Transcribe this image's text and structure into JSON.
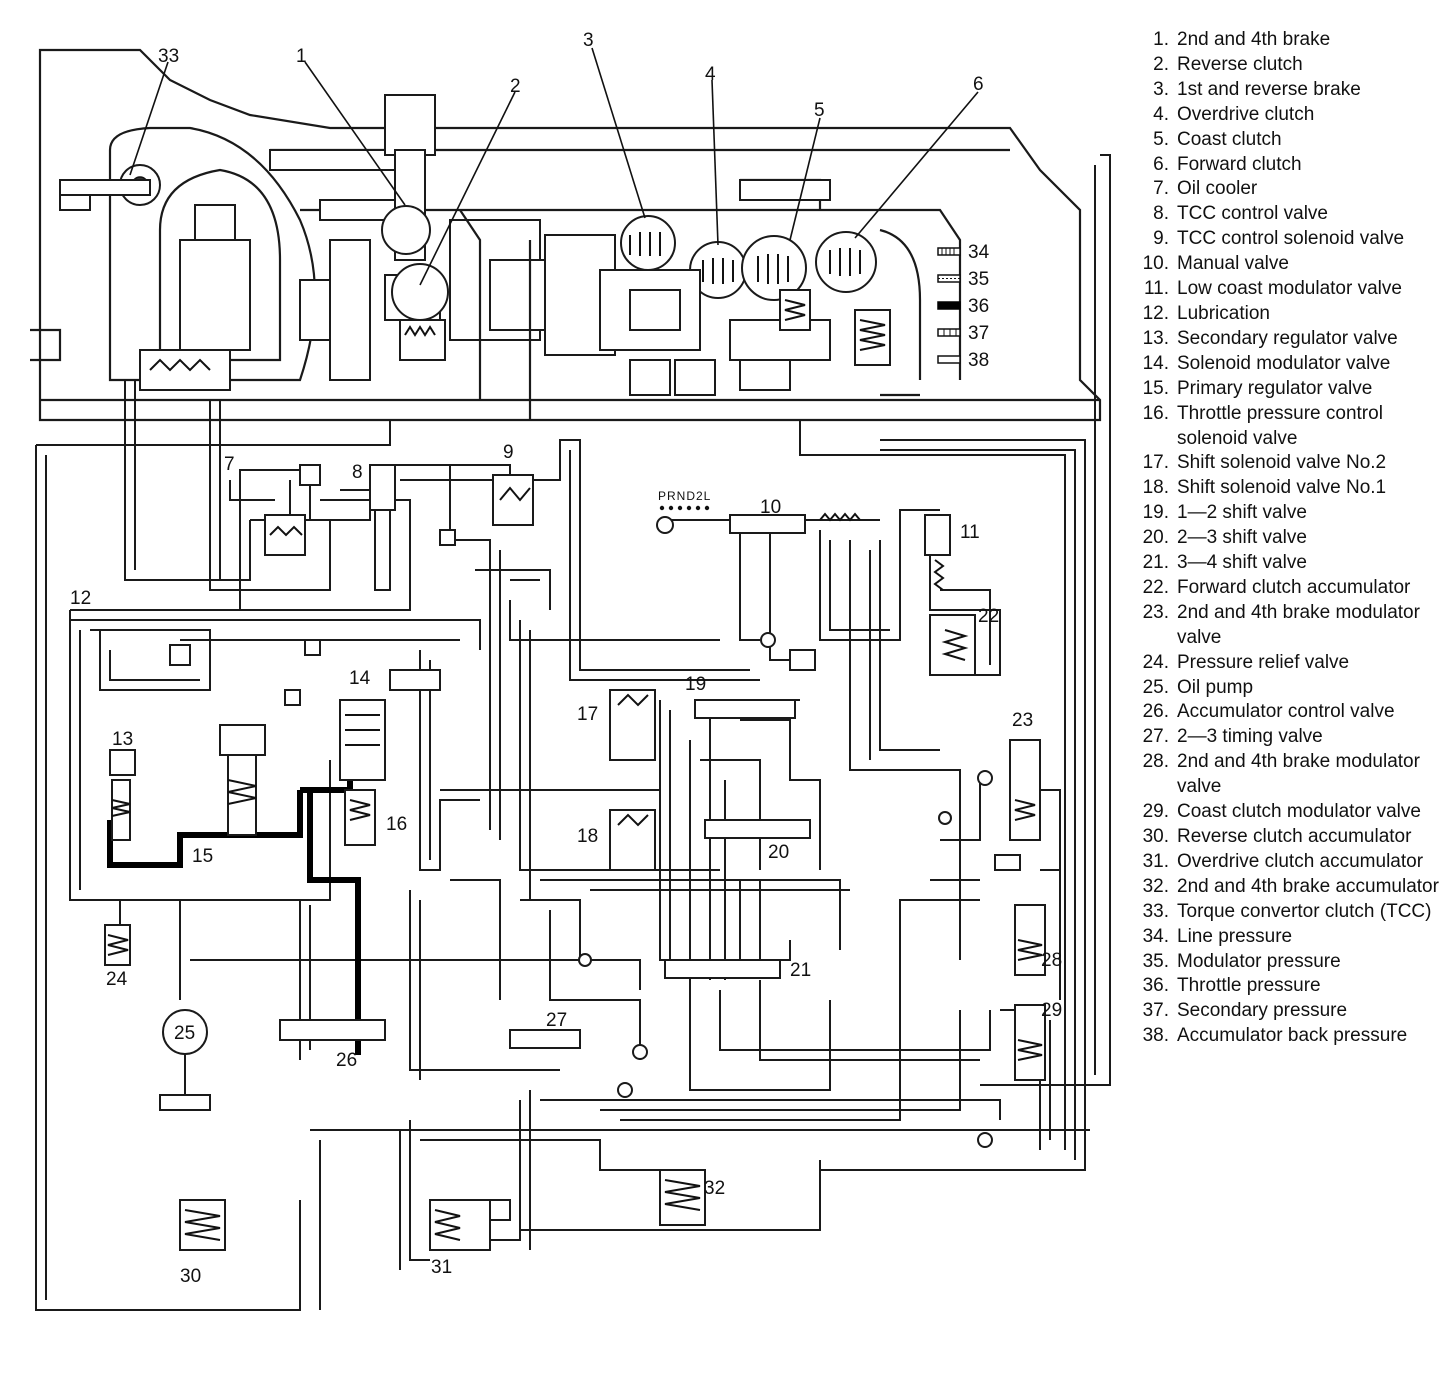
{
  "component_labels": {
    "c1": "1",
    "c2": "2",
    "c3": "3",
    "c4": "4",
    "c5": "5",
    "c6": "6",
    "c7": "7",
    "c8": "8",
    "c9": "9",
    "c10": "10",
    "c11": "11",
    "c12": "12",
    "c13": "13",
    "c14": "14",
    "c15": "15",
    "c16": "16",
    "c17": "17",
    "c18": "18",
    "c19": "19",
    "c20": "20",
    "c21": "21",
    "c22": "22",
    "c23": "23",
    "c24": "24",
    "c25": "25",
    "c26": "26",
    "c27": "27",
    "c28": "28",
    "c29": "29",
    "c30": "30",
    "c31": "31",
    "c32": "32",
    "c33": "33"
  },
  "pressure_key": {
    "p34": "34",
    "p35": "35",
    "p36": "36",
    "p37": "37",
    "p38": "38"
  },
  "manual_valve_positions": "PRND2L",
  "legend": [
    {
      "num": "1.",
      "text": "2nd and 4th brake"
    },
    {
      "num": "2.",
      "text": "Reverse clutch"
    },
    {
      "num": "3.",
      "text": "1st and reverse brake"
    },
    {
      "num": "4.",
      "text": "Overdrive clutch"
    },
    {
      "num": "5.",
      "text": "Coast clutch"
    },
    {
      "num": "6.",
      "text": "Forward clutch"
    },
    {
      "num": "7.",
      "text": "Oil cooler"
    },
    {
      "num": "8.",
      "text": "TCC control valve"
    },
    {
      "num": "9.",
      "text": "TCC control solenoid valve"
    },
    {
      "num": "10.",
      "text": "Manual valve"
    },
    {
      "num": "11.",
      "text": "Low coast modulator valve"
    },
    {
      "num": "12.",
      "text": "Lubrication"
    },
    {
      "num": "13.",
      "text": "Secondary regulator valve"
    },
    {
      "num": "14.",
      "text": "Solenoid modulator valve"
    },
    {
      "num": "15.",
      "text": "Primary regulator valve"
    },
    {
      "num": "16.",
      "text": "Throttle pressure control solenoid valve"
    },
    {
      "num": "17.",
      "text": "Shift solenoid valve No.2"
    },
    {
      "num": "18.",
      "text": "Shift solenoid valve No.1"
    },
    {
      "num": "19.",
      "text": "1—2 shift valve"
    },
    {
      "num": "20.",
      "text": "2—3 shift valve"
    },
    {
      "num": "21.",
      "text": "3—4 shift valve"
    },
    {
      "num": "22.",
      "text": "Forward clutch accumulator"
    },
    {
      "num": "23.",
      "text": "2nd and 4th brake modulator valve"
    },
    {
      "num": "24.",
      "text": "Pressure relief valve"
    },
    {
      "num": "25.",
      "text": "Oil pump"
    },
    {
      "num": "26.",
      "text": "Accumulator control valve"
    },
    {
      "num": "27.",
      "text": "2—3 timing valve"
    },
    {
      "num": "28.",
      "text": "2nd and 4th brake modulator valve"
    },
    {
      "num": "29.",
      "text": "Coast clutch modulator valve"
    },
    {
      "num": "30.",
      "text": "Reverse clutch accumulator"
    },
    {
      "num": "31.",
      "text": "Overdrive clutch accumulator"
    },
    {
      "num": "32.",
      "text": "2nd and 4th brake accumulator"
    },
    {
      "num": "33.",
      "text": "Torque convertor clutch (TCC)"
    },
    {
      "num": "34.",
      "text": "Line pressure"
    },
    {
      "num": "35.",
      "text": "Modulator pressure"
    },
    {
      "num": "36.",
      "text": "Throttle pressure"
    },
    {
      "num": "37.",
      "text": "Secondary pressure"
    },
    {
      "num": "38.",
      "text": "Accumulator back pressure"
    }
  ]
}
